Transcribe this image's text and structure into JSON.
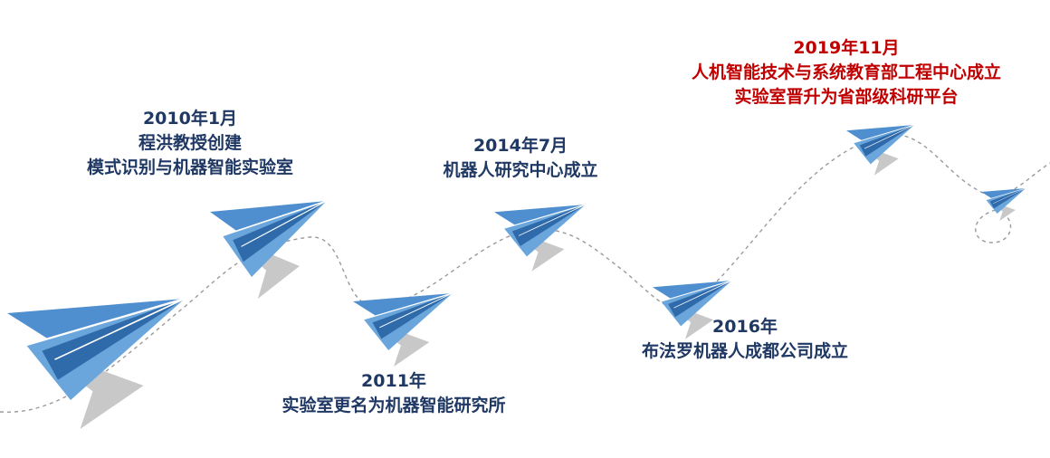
{
  "colors": {
    "label": "#1f3864",
    "highlight": "#c00000",
    "plane_light": "#6aa6dc",
    "plane_mid": "#4f8fcf",
    "plane_dark": "#2f6aaa",
    "shadow": "#c8c8c8",
    "path": "#9a9a9a"
  },
  "icons": {
    "plane": "paper-plane-icon"
  },
  "milestones": [
    {
      "date": "2010年1月",
      "line1": "程洪教授创建",
      "line2": "模式识别与机器智能实验室"
    },
    {
      "date": "2011年",
      "line1": "实验室更名为机器智能研究所"
    },
    {
      "date": "2014年7月",
      "line1": "机器人研究中心成立"
    },
    {
      "date": "2016年",
      "line1": "布法罗机器人成都公司成立"
    },
    {
      "date": "2019年11月",
      "line1": "人机智能技术与系统教育部工程中心成立",
      "line2": "实验室晋升为省部级科研平台"
    }
  ]
}
